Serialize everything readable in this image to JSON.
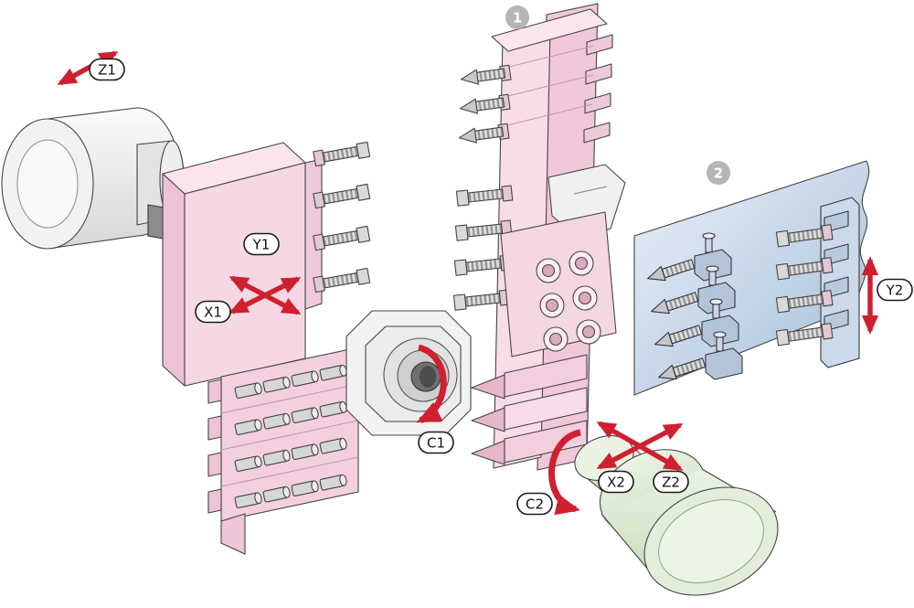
{
  "diagram": {
    "type": "machine-tool-axis-diagram",
    "stations": [
      {
        "badge": "1"
      },
      {
        "badge": "2"
      }
    ],
    "axes": {
      "z1": "Z1",
      "y1": "Y1",
      "x1": "X1",
      "c1": "C1",
      "c2": "C2",
      "x2": "X2",
      "z2": "Z2",
      "y2": "Y2"
    },
    "colors": {
      "arrow_red": "#cf2030",
      "station1_pink": "#f6d8e4",
      "station1_pink_dark": "#ecc2d4",
      "station2_blue": "#c9d9ea",
      "subspindle_green": "#dfecd5",
      "badge_gray": "#b5b5b5",
      "outline": "#444444"
    }
  }
}
